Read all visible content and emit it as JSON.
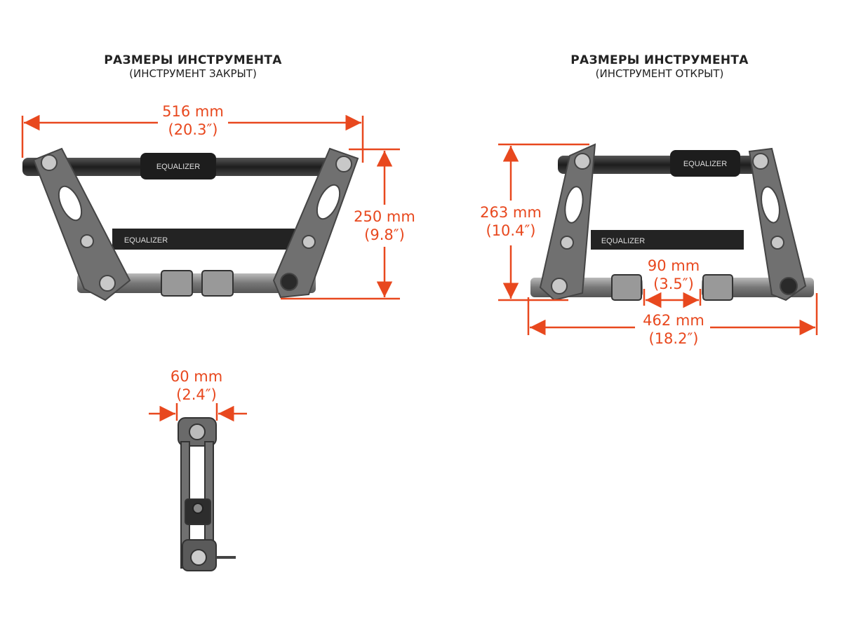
{
  "colors": {
    "dimension": "#e8481e",
    "title": "#222222",
    "metal": "#6e6e6e",
    "bar": "#2a2a2a"
  },
  "closed": {
    "title": "РАЗМЕРЫ ИНСТРУМЕНТА",
    "subtitle": "(ИНСТРУМЕНТ ЗАКРЫТ)",
    "width_mm": "516 mm",
    "width_in": "(20.3″)",
    "height_mm": "250 mm",
    "height_in": "(9.8″)"
  },
  "open": {
    "title": "РАЗМЕРЫ ИНСТРУМЕНТА",
    "subtitle": "(ИНСТРУМЕНТ ОТКРЫТ)",
    "height_mm": "263 mm",
    "height_in": "(10.4″)",
    "gap_mm": "90 mm",
    "gap_in": "(3.5″)",
    "width_mm": "462 mm",
    "width_in": "(18.2″)"
  },
  "side": {
    "thickness_mm": "60 mm",
    "thickness_in": "(2.4″)"
  },
  "brand": {
    "logo_text": "EQUALIZER"
  }
}
